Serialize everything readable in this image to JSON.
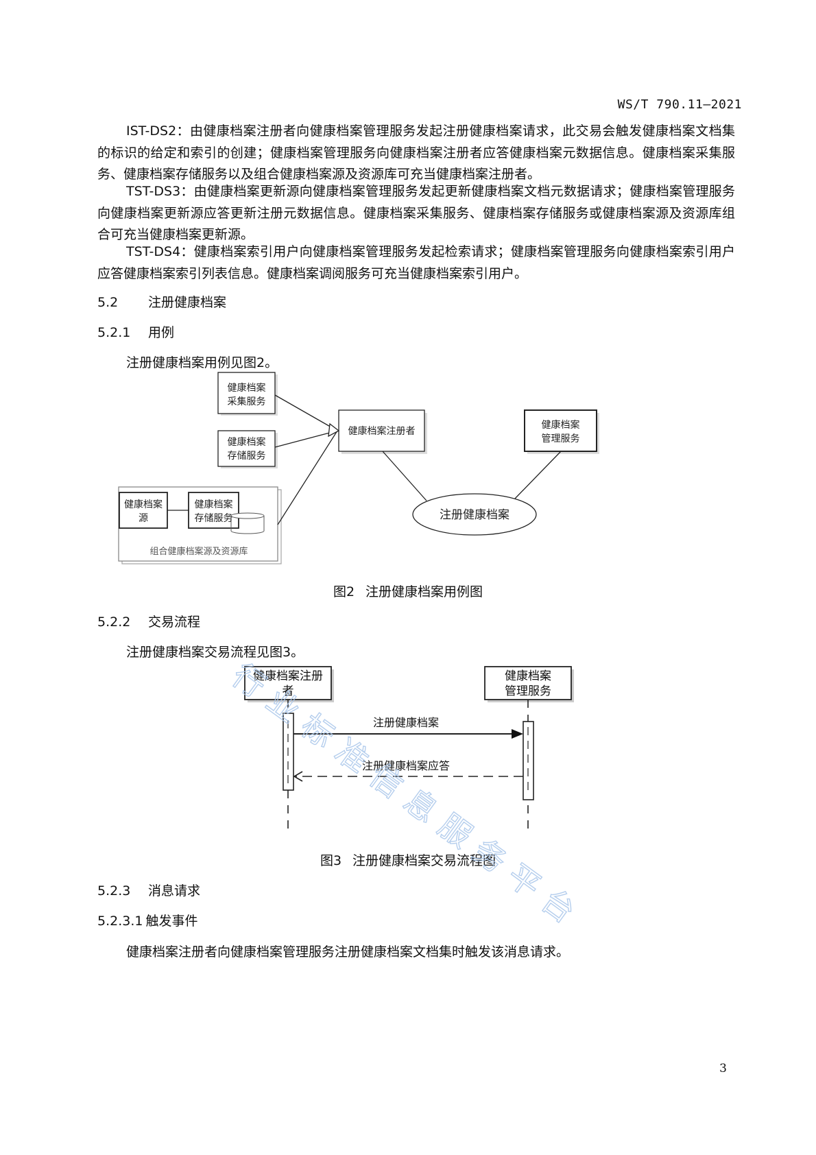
{
  "header": {
    "standard_no": "WS/T 790.11—2021"
  },
  "paragraphs": [
    "IST-DS2：由健康档案注册者向健康档案管理服务发起注册健康档案请求，此交易会触发健康档案文档集的标识的给定和索引的创建；健康档案管理服务向健康档案注册者应答健康档案元数据信息。健康档案采集服务、健康档案存储服务以及组合健康档案源及资源库可充当健康档案注册者。",
    "TST-DS3：由健康档案更新源向健康档案管理服务发起更新健康档案文档元数据请求；健康档案管理服务向健康档案更新源应答更新注册元数据信息。健康档案采集服务、健康档案存储服务或健康档案源及资源库组合可充当健康档案更新源。",
    "TST-DS4：健康档案索引用户向健康档案管理服务发起检索请求；健康档案管理服务向健康档案索引用户应答健康档案索引列表信息。健康档案调阅服务可充当健康档案索引用户。"
  ],
  "sections": {
    "s52": {
      "num": "5.2",
      "title": "注册健康档案"
    },
    "s521": {
      "num": "5.2.1",
      "title": "用例"
    },
    "s521_text": "注册健康档案用例见图2。",
    "s522": {
      "num": "5.2.2",
      "title": "交易流程"
    },
    "s522_text": "注册健康档案交易流程见图3。",
    "s523": {
      "num": "5.2.3",
      "title": "消息请求"
    },
    "s5231": {
      "num": "5.2.3.1",
      "title": "触发事件"
    },
    "s5231_text": "健康档案注册者向健康档案管理服务注册健康档案文档集时触发该消息请求。"
  },
  "figure2": {
    "caption_num": "图2",
    "caption_title": "注册健康档案用例图",
    "actor_collect": [
      "健康档案",
      "采集服务"
    ],
    "actor_storage": [
      "健康档案",
      "存储服务"
    ],
    "actor_registrant": "健康档案注册者",
    "actor_manage": [
      "健康档案",
      "管理服务"
    ],
    "combo_source": [
      "健康档案",
      "源"
    ],
    "combo_storage": [
      "健康档案",
      "存储服务"
    ],
    "combo_label": "组合健康档案源及资源库",
    "usecase": "注册健康档案"
  },
  "figure3": {
    "caption_num": "图3",
    "caption_title": "注册健康档案交易流程图",
    "lifeline_left": [
      "健康档案注册",
      "者"
    ],
    "lifeline_right": [
      "健康档案",
      "管理服务"
    ],
    "message_request": "注册健康档案",
    "message_response": "注册健康档案应答"
  },
  "watermark": {
    "text": "行业标准信息服务平台"
  },
  "page_number": "3"
}
